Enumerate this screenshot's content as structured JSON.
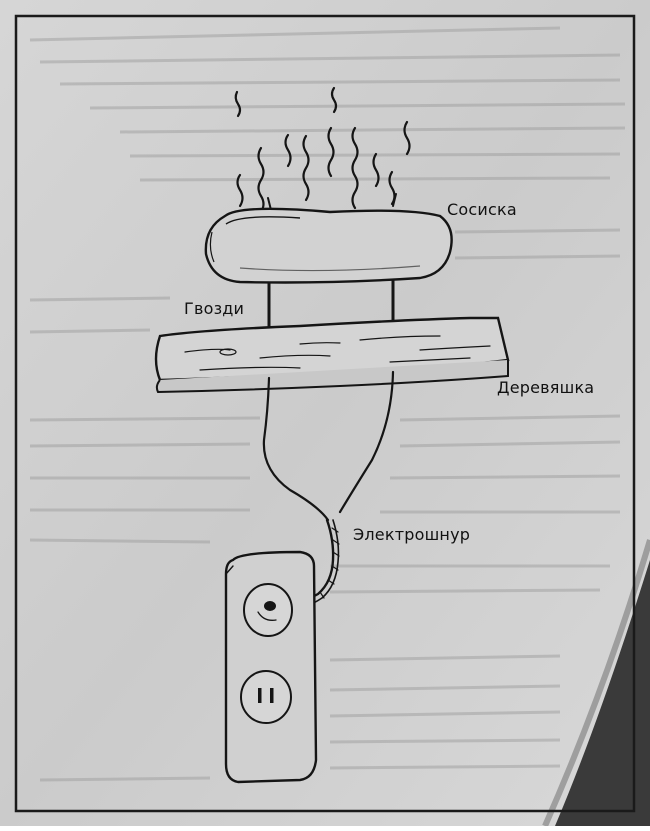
{
  "colors": {
    "paper": "#cfcfcf",
    "paper_light": "#e2e2e2",
    "ink": "#151515",
    "frame": "#1a1a1a",
    "shadow": "#3a3a3a"
  },
  "labels": {
    "sausage": "Сосиска",
    "nails": "Гвозди",
    "board": "Деревяшка",
    "cord": "Электрошнур"
  }
}
